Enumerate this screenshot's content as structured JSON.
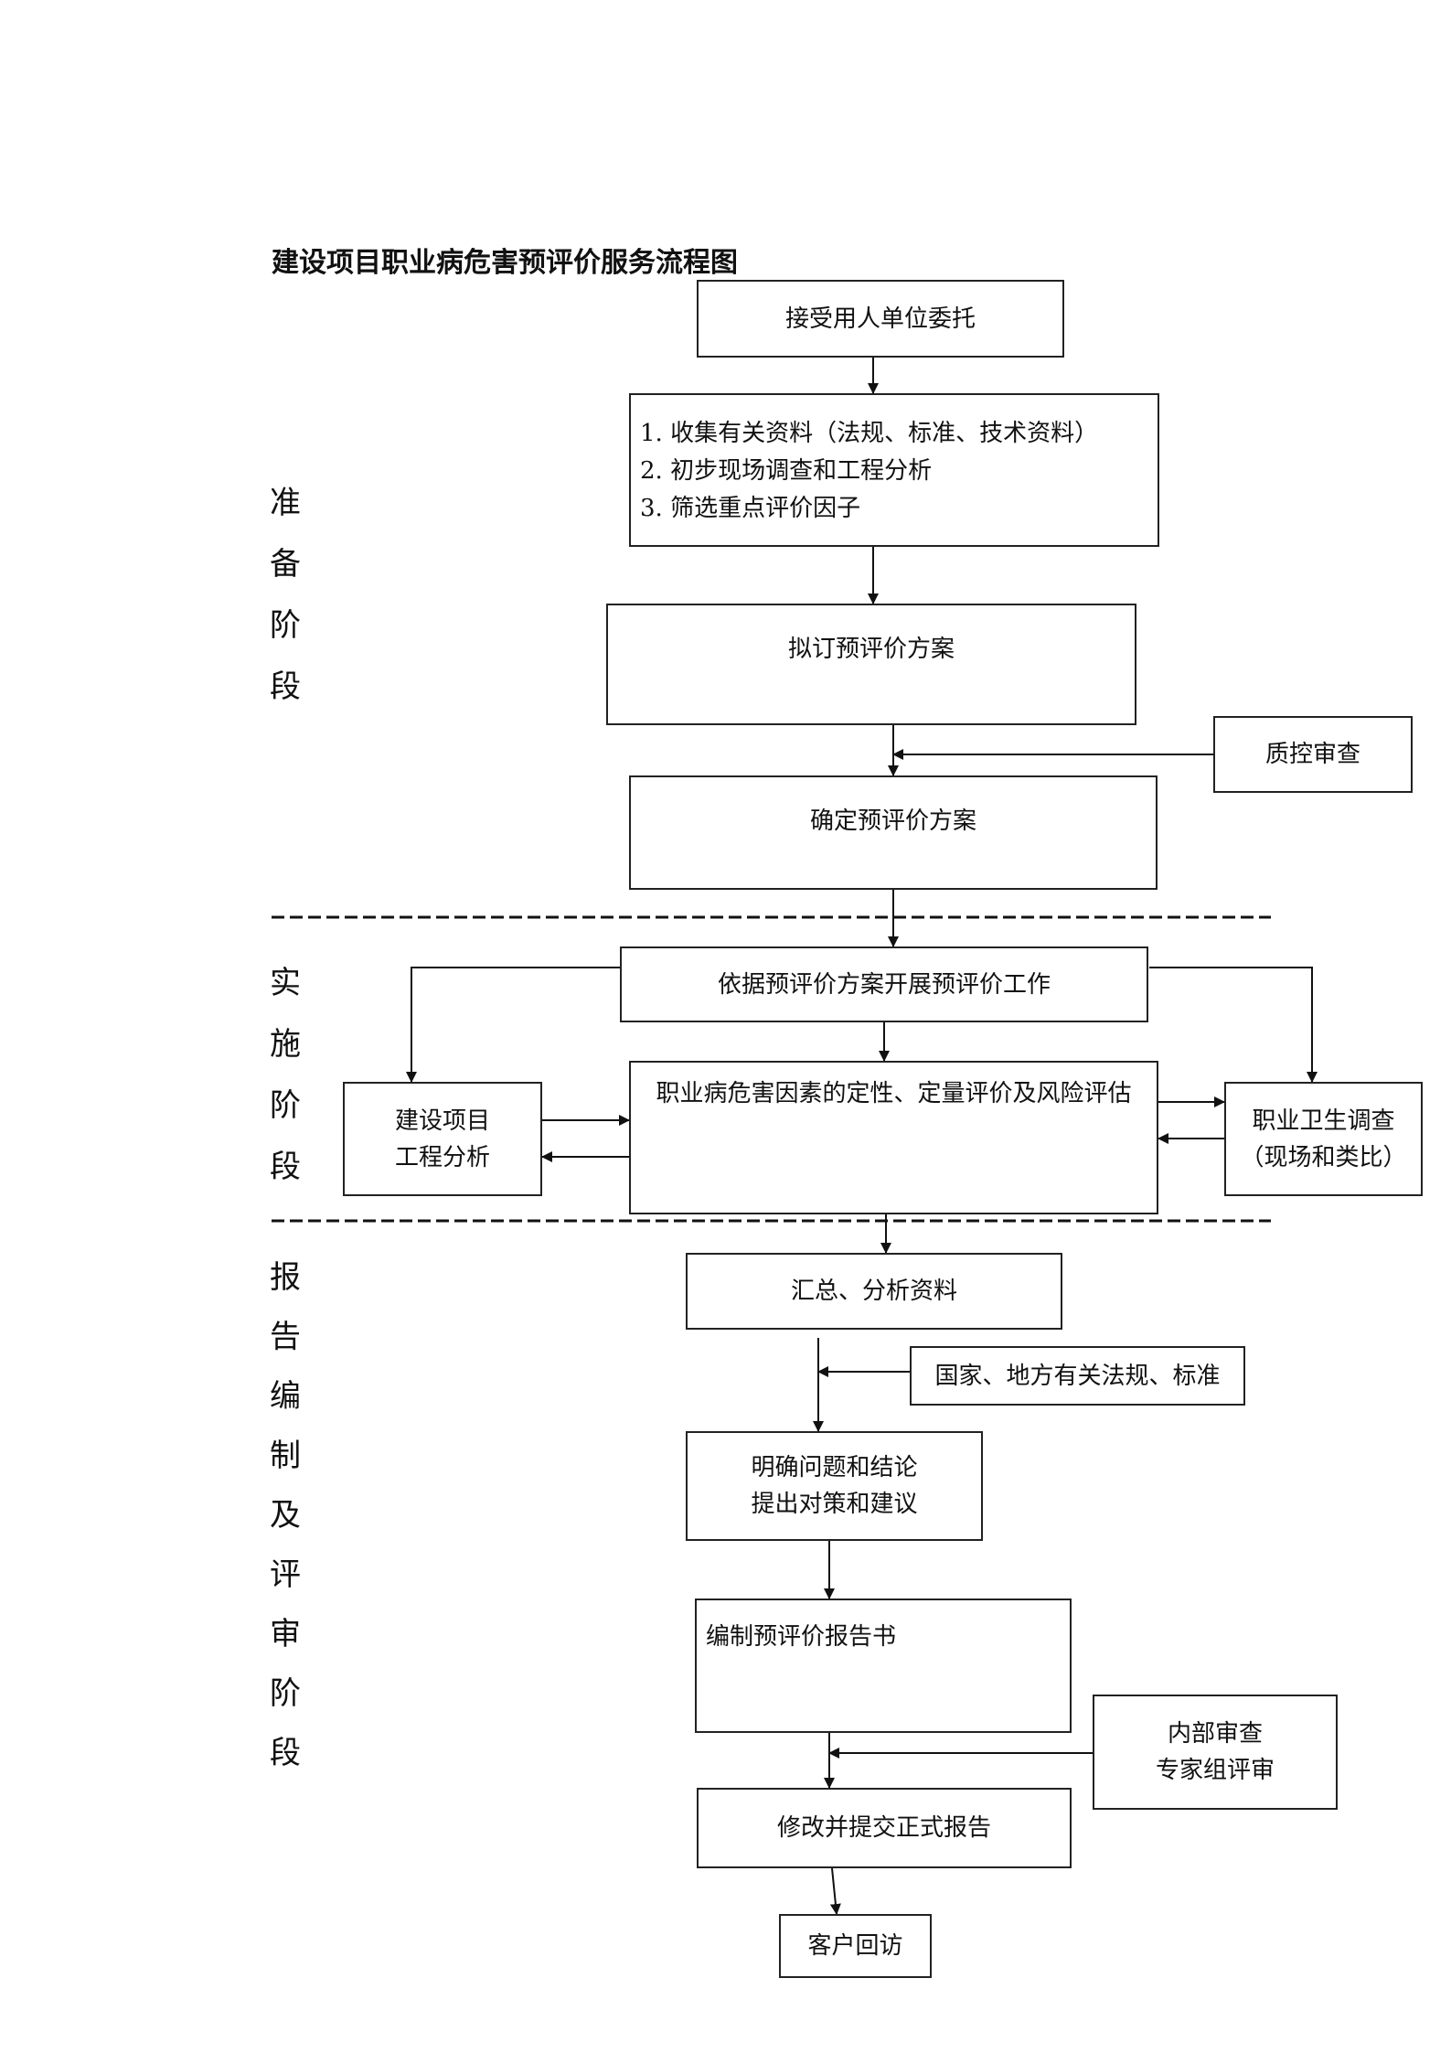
{
  "title": "建设项目职业病危害预评价服务流程图",
  "stages": {
    "prep": [
      "准",
      "备",
      "阶",
      "段"
    ],
    "impl": [
      "实",
      "施",
      "阶",
      "段"
    ],
    "report": [
      "报",
      "告",
      "编",
      "制",
      "及",
      "评",
      "审",
      "阶",
      "段"
    ]
  },
  "boxes": {
    "accept": "接受用人单位委托",
    "collect": [
      "1. 收集有关资料（法规、标准、技术资料）",
      "2. 初步现场调查和工程分析",
      "3. 筛选重点评价因子"
    ],
    "draft": "拟订预评价方案",
    "qc": "质控审查",
    "confirm": "确定预评价方案",
    "carryout": "依据预评价方案开展预评价工作",
    "engineering": [
      "建设项目",
      "工程分析"
    ],
    "assess": "职业病危害因素的定性、定量评价及风险评估",
    "hygiene": [
      "职业卫生调查",
      "（现场和类比）"
    ],
    "summarize": "汇总、分析资料",
    "regulations": "国家、地方有关法规、标准",
    "conclude": [
      "明确问题和结论",
      "提出对策和建议"
    ],
    "compile": "编制预评价报告书",
    "review": [
      "内部审查",
      "专家组评审"
    ],
    "submit": "修改并提交正式报告",
    "followup": "客户回访"
  }
}
